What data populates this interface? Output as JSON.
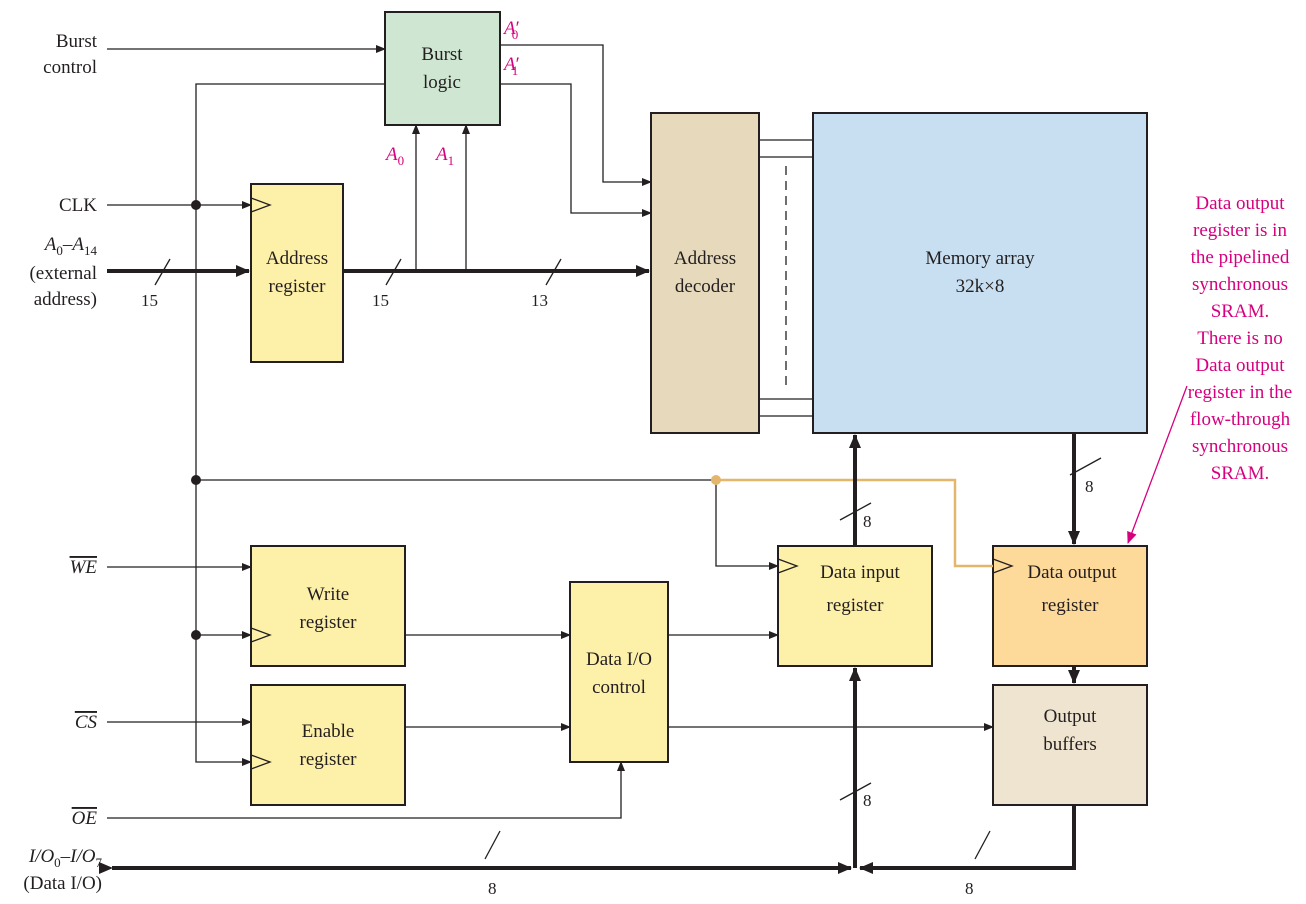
{
  "inputs": {
    "burst_control": [
      "Burst",
      "control"
    ],
    "clk": "CLK",
    "address_range": {
      "A": "A",
      "sub0": "0",
      "dash": "–",
      "sub14": "14"
    },
    "address_note": [
      "(external",
      "address)"
    ],
    "we": "WE",
    "cs": "CS",
    "oe": "OE",
    "io_range": {
      "io": "I/O",
      "sub0": "0",
      "dash": "–",
      "sub7": "7"
    },
    "io_note": "(Data I/O)"
  },
  "blocks": {
    "burst_logic": [
      "Burst",
      "logic"
    ],
    "address_register": [
      "Address",
      "register"
    ],
    "address_decoder": [
      "Address",
      "decoder"
    ],
    "memory_array": [
      "Memory array",
      "32k×8"
    ],
    "write_register": [
      "Write",
      "register"
    ],
    "enable_register": [
      "Enable",
      "register"
    ],
    "data_io_control": [
      "Data I/O",
      "control"
    ],
    "data_input_register": [
      "Data input",
      "register"
    ],
    "data_output_register": [
      "Data output",
      "register"
    ],
    "output_buffers": [
      "Output",
      "buffers"
    ]
  },
  "burst_signals": {
    "a": "A",
    "prime": "′",
    "sub0": "0",
    "sub1": "1"
  },
  "bus_widths": {
    "addr_in": "15",
    "addr_reg_out": "15",
    "decoder_in": "13",
    "mem_out": "8",
    "din_top": "8",
    "din_bottom": "8",
    "io_left": "8",
    "io_right": "8"
  },
  "annotation": [
    "Data output",
    "register is in",
    "the pipelined",
    "synchronous",
    "SRAM.",
    "There is no",
    "Data output",
    "register in the",
    "flow-through",
    "synchronous",
    "SRAM."
  ],
  "colors": {
    "burst_logic": "#cfe6d2",
    "register": "#fdf0a8",
    "address_decoder": "#e7d9bb",
    "memory_array": "#c8dff2",
    "data_output_register": "#fdd99a",
    "output_buffers": "#efe4cf",
    "clock_highlight": "#e3b66b",
    "annotation": "#d6007e"
  }
}
